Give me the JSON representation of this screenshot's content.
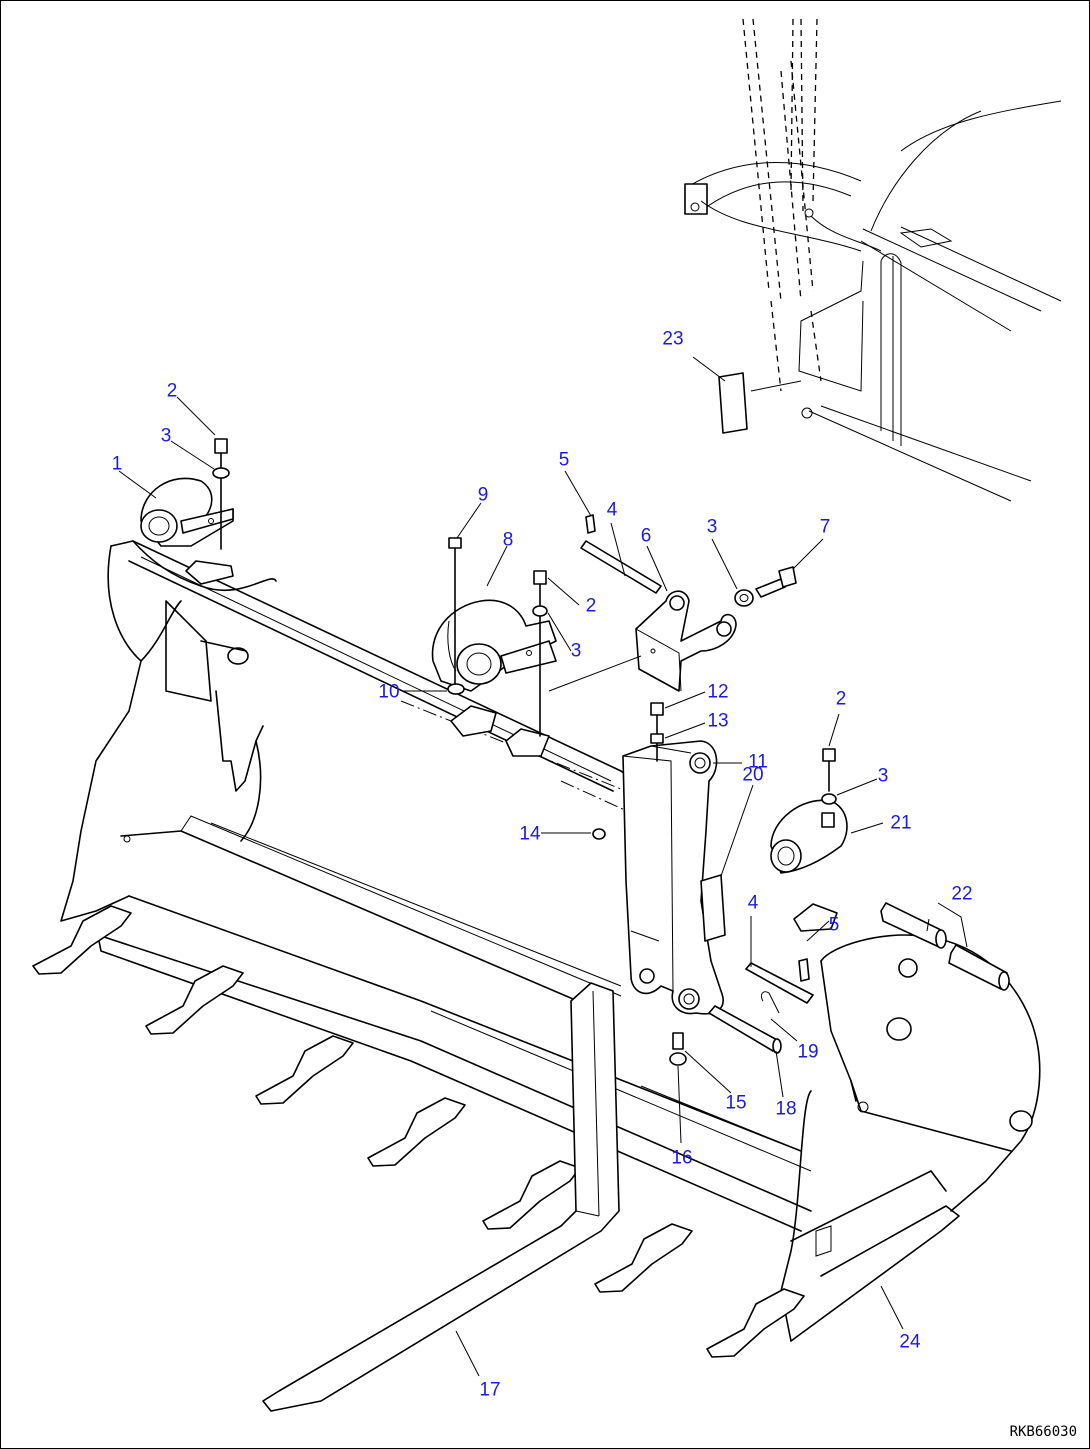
{
  "drawing_code": "RKB66030",
  "callouts": [
    {
      "id": "1",
      "text": "1"
    },
    {
      "id": "2a",
      "text": "2"
    },
    {
      "id": "3a",
      "text": "3"
    },
    {
      "id": "2b",
      "text": "2"
    },
    {
      "id": "3b",
      "text": "3"
    },
    {
      "id": "2c",
      "text": "2"
    },
    {
      "id": "3c",
      "text": "3"
    },
    {
      "id": "3d",
      "text": "3"
    },
    {
      "id": "4a",
      "text": "4"
    },
    {
      "id": "4b",
      "text": "4"
    },
    {
      "id": "5a",
      "text": "5"
    },
    {
      "id": "5b",
      "text": "5"
    },
    {
      "id": "6",
      "text": "6"
    },
    {
      "id": "7",
      "text": "7"
    },
    {
      "id": "8",
      "text": "8"
    },
    {
      "id": "9",
      "text": "9"
    },
    {
      "id": "10",
      "text": "10"
    },
    {
      "id": "11",
      "text": "11"
    },
    {
      "id": "12",
      "text": "12"
    },
    {
      "id": "13",
      "text": "13"
    },
    {
      "id": "14",
      "text": "14"
    },
    {
      "id": "15",
      "text": "15"
    },
    {
      "id": "16",
      "text": "16"
    },
    {
      "id": "17",
      "text": "17"
    },
    {
      "id": "18",
      "text": "18"
    },
    {
      "id": "19",
      "text": "19"
    },
    {
      "id": "20",
      "text": "20"
    },
    {
      "id": "21",
      "text": "21"
    },
    {
      "id": "22",
      "text": "22"
    },
    {
      "id": "23",
      "text": "23"
    },
    {
      "id": "24",
      "text": "24"
    }
  ]
}
